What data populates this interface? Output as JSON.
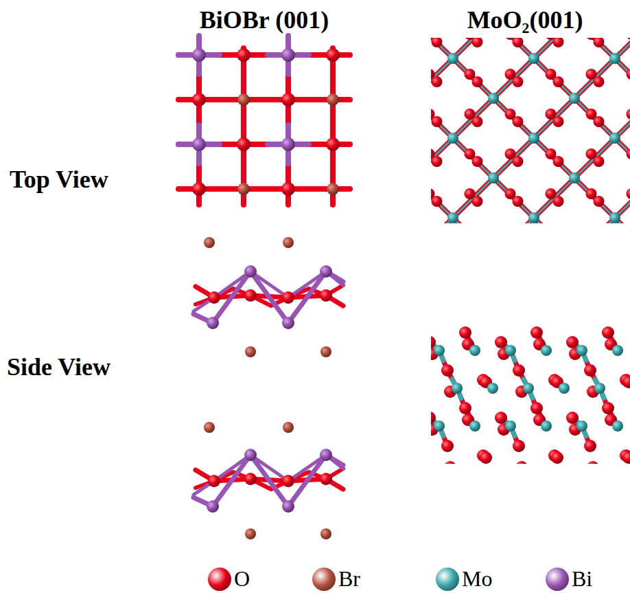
{
  "diagram": {
    "labels": [
      "BiOBr (001)",
      "MoO₂(001)",
      "Top View",
      "Side View"
    ],
    "legend": [
      {
        "text": "O",
        "color": "#e8001a"
      },
      {
        "text": "Br",
        "color": "#b5503f"
      },
      {
        "text": "Mo",
        "color": "#3aa7a9"
      },
      {
        "text": "Bi",
        "color": "#9955b3"
      }
    ]
  }
}
